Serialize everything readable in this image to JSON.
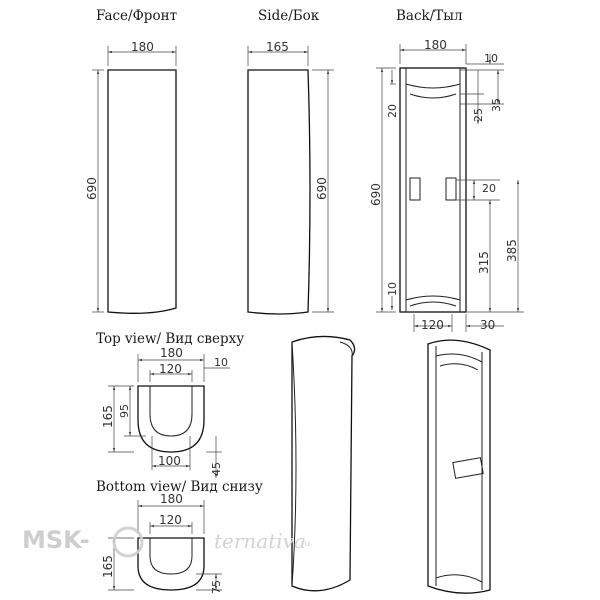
{
  "views": {
    "face_title": "Face/Фронт",
    "side_title": "Side/Бок",
    "back_title": "Back/Тыл",
    "top_title": "Top view/ Вид сверху",
    "bottom_title": "Bottom view/ Вид снизу"
  },
  "dims": {
    "face_width": "180",
    "face_height": "690",
    "side_width": "165",
    "side_height": "690",
    "back_width": "180",
    "back_height": "690",
    "back_top_offset": "10",
    "back_top_35": "35",
    "back_top_25": "25",
    "back_left_20": "20",
    "back_right_20": "20",
    "back_385": "385",
    "back_315": "315",
    "back_bottom_10": "10",
    "back_bottom_120": "120",
    "back_bottom_30": "30",
    "top_180": "180",
    "top_120": "120",
    "top_10": "10",
    "top_165": "165",
    "top_95": "95",
    "top_100": "100",
    "top_45": "45",
    "bottom_180": "180",
    "bottom_120": "120",
    "bottom_165": "165",
    "bottom_75": "75"
  },
  "watermark": {
    "brand": "MSK-",
    "script": "ternativa",
    "suffix": ".ru"
  },
  "colors": {
    "line": "#111111",
    "dimension": "#444444",
    "watermark": "#c9c9c9"
  }
}
